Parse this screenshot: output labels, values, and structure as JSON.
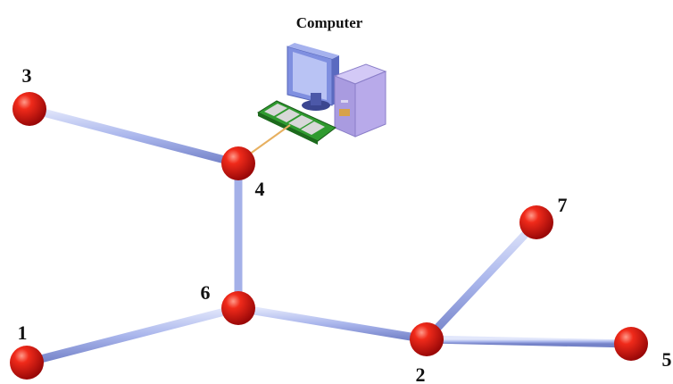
{
  "diagram": {
    "title": "Computer",
    "nodes": [
      {
        "id": "1",
        "label": "1"
      },
      {
        "id": "2",
        "label": "2"
      },
      {
        "id": "3",
        "label": "3"
      },
      {
        "id": "4",
        "label": "4"
      },
      {
        "id": "5",
        "label": "5"
      },
      {
        "id": "6",
        "label": "6"
      },
      {
        "id": "7",
        "label": "7"
      }
    ],
    "edges": [
      {
        "from": "3",
        "to": "4"
      },
      {
        "from": "4",
        "to": "6"
      },
      {
        "from": "6",
        "to": "1"
      },
      {
        "from": "6",
        "to": "2"
      },
      {
        "from": "2",
        "to": "7"
      },
      {
        "from": "2",
        "to": "5"
      }
    ],
    "computer_link": {
      "from": "computer",
      "to": "4"
    }
  },
  "colors": {
    "node": "#e01010",
    "edge": "#a8b4ec",
    "computer_link": "#e8b060",
    "monitor": "#8090e0",
    "tower": "#b0a0e8",
    "keyboard": "#30a030"
  },
  "icons": {
    "computer": "desktop-computer-icon"
  }
}
